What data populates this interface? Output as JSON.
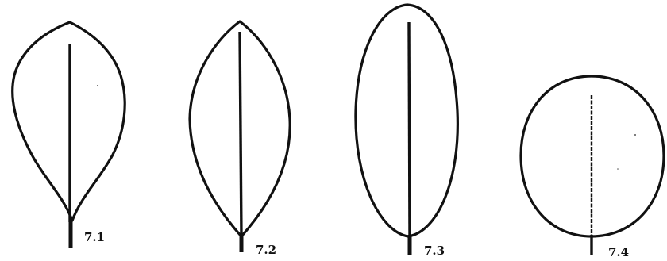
{
  "figures": [
    {
      "id": "7.1",
      "label": "7.1",
      "shape": "obovate"
    },
    {
      "id": "7.2",
      "label": "7.2",
      "shape": "elliptic"
    },
    {
      "id": "7.3",
      "label": "7.3",
      "shape": "oblong"
    },
    {
      "id": "7.4",
      "label": "7.4",
      "shape": "orbicular"
    }
  ]
}
